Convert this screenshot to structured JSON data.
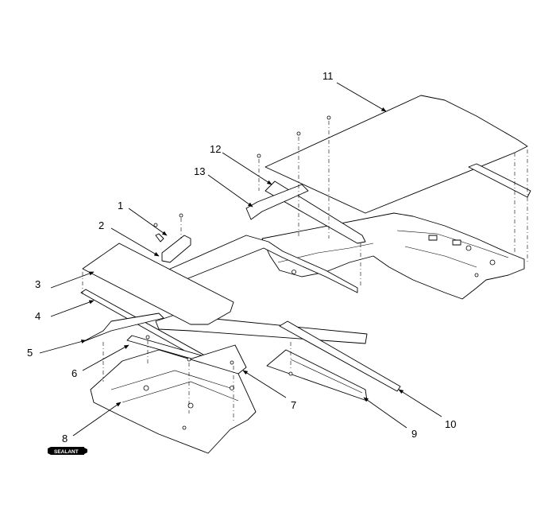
{
  "callouts": {
    "c1": "1",
    "c2": "2",
    "c3": "3",
    "c4": "4",
    "c5": "5",
    "c6": "6",
    "c7": "7",
    "c8": "8",
    "c9": "9",
    "c10": "10",
    "c11": "11",
    "c12": "12",
    "c13": "13"
  },
  "sealant": {
    "label": "SEALANT"
  }
}
